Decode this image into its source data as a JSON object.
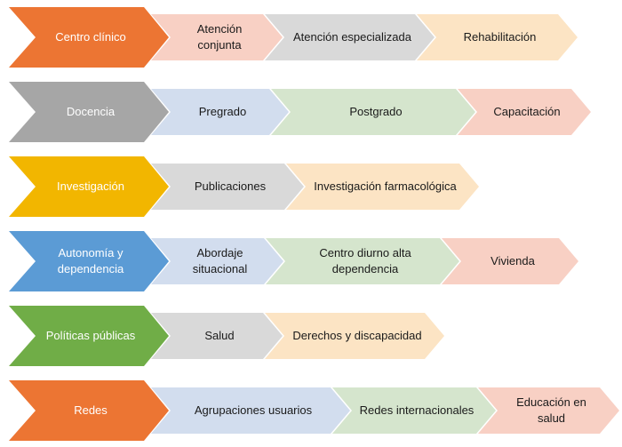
{
  "colors": {
    "orange": "#ec7533",
    "gray": "#a6a6a6",
    "yellow": "#f2b600",
    "blue": "#5b9bd5",
    "green": "#70ad47",
    "pink": "#f8d0c4",
    "lightgray": "#d9d9d9",
    "lightblue": "#d2ddee",
    "lightgreen": "#d5e5cd",
    "cream": "#fce4c4"
  },
  "rows": [
    {
      "main": {
        "label": "Centro clínico",
        "color": "orange"
      },
      "items": [
        {
          "label": "Atención conjunta",
          "color": "pink"
        },
        {
          "label": "Atención especializada",
          "color": "lightgray"
        },
        {
          "label": "Rehabilitación",
          "color": "cream"
        }
      ]
    },
    {
      "main": {
        "label": "Docencia",
        "color": "gray"
      },
      "items": [
        {
          "label": "Pregrado",
          "color": "lightblue"
        },
        {
          "label": "Postgrado",
          "color": "lightgreen"
        },
        {
          "label": "Capacitación",
          "color": "pink"
        }
      ]
    },
    {
      "main": {
        "label": "Investigación",
        "color": "yellow"
      },
      "items": [
        {
          "label": "Publicaciones",
          "color": "lightgray"
        },
        {
          "label": "Investigación farmacológica",
          "color": "cream"
        }
      ]
    },
    {
      "main": {
        "label": "Autonomía y dependencia",
        "color": "blue"
      },
      "items": [
        {
          "label": "Abordaje situacional",
          "color": "lightblue"
        },
        {
          "label": "Centro diurno alta dependencia",
          "color": "lightgreen"
        },
        {
          "label": "Vivienda",
          "color": "pink"
        }
      ]
    },
    {
      "main": {
        "label": "Políticas públicas",
        "color": "green"
      },
      "items": [
        {
          "label": "Salud",
          "color": "lightgray"
        },
        {
          "label": "Derechos y discapacidad",
          "color": "cream"
        }
      ]
    },
    {
      "main": {
        "label": "Redes",
        "color": "orange"
      },
      "items": [
        {
          "label": "Agrupaciones usuarios",
          "color": "lightblue"
        },
        {
          "label": "Redes internacionales",
          "color": "lightgreen"
        },
        {
          "label": "Educación en salud",
          "color": "pink"
        }
      ]
    }
  ]
}
